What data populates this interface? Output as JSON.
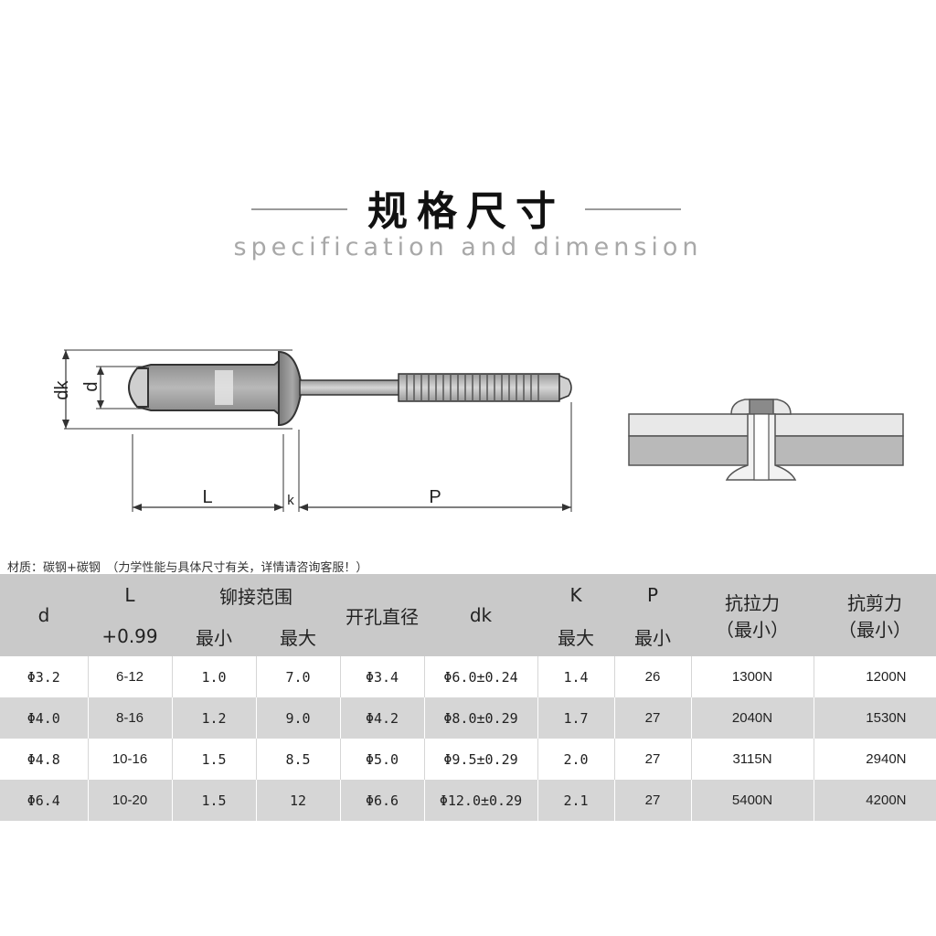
{
  "title": {
    "cn": "规格尺寸",
    "en": "specification and dimension"
  },
  "diagram": {
    "labels": {
      "dk": "dk",
      "d": "d",
      "L": "L",
      "k": "k",
      "P": "P"
    }
  },
  "material_note": "材质：碳钢+碳钢　（力学性能与具体尺寸有关，详情请咨询客服！）",
  "table": {
    "headers": {
      "d": "d",
      "L_top": "L",
      "L_bottom": "+0.99",
      "range": "铆接范围",
      "range_min": "最小",
      "range_max": "最大",
      "hole": "开孔直径",
      "dk": "dk",
      "K_top": "K",
      "K_bottom": "最大",
      "P_top": "P",
      "P_bottom": "最小",
      "tensile": "抗拉力\n（最小）",
      "tensile_line1": "抗拉力",
      "tensile_line2": "（最小）",
      "shear_line1": "抗剪力",
      "shear_line2": "（最小）"
    },
    "rows": [
      {
        "d": "Φ3.2",
        "L": "6-12",
        "min": "1.0",
        "max": "7.0",
        "hole": "Φ3.4",
        "dk": "Φ6.0±0.24",
        "K": "1.4",
        "P": "26",
        "tensile": "1300N",
        "shear": "1200N"
      },
      {
        "d": "Φ4.0",
        "L": "8-16",
        "min": "1.2",
        "max": "9.0",
        "hole": "Φ4.2",
        "dk": "Φ8.0±0.29",
        "K": "1.7",
        "P": "27",
        "tensile": "2040N",
        "shear": "1530N"
      },
      {
        "d": "Φ4.8",
        "L": "10-16",
        "min": "1.5",
        "max": "8.5",
        "hole": "Φ5.0",
        "dk": "Φ9.5±0.29",
        "K": "2.0",
        "P": "27",
        "tensile": "3115N",
        "shear": "2940N"
      },
      {
        "d": "Φ6.4",
        "L": "10-20",
        "min": "1.5",
        "max": "12",
        "hole": "Φ6.6",
        "dk": "Φ12.0±0.29",
        "K": "2.1",
        "P": "27",
        "tensile": "5400N",
        "shear": "4200N"
      }
    ]
  }
}
